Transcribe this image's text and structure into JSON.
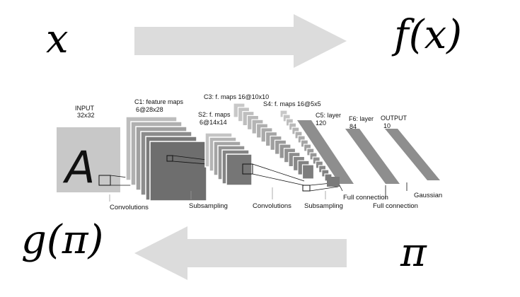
{
  "top": {
    "left_symbol": "x",
    "right_symbol": "f(x)"
  },
  "bottom": {
    "left_symbol": "g(π)",
    "right_symbol": "π"
  },
  "arrow_color": "#dcdcdc",
  "network": {
    "input_label": "INPUT",
    "input_size": "32x32",
    "c1_label": "C1: feature maps",
    "c1_size": "6@28x28",
    "s2_label": "S2: f. maps",
    "s2_size": "6@14x14",
    "c3_label": "C3: f. maps 16@10x10",
    "s4_label": "S4: f. maps 16@5x5",
    "c5_label": "C5: layer",
    "c5_size": "120",
    "f6_label": "F6: layer",
    "f6_size": "84",
    "output_label": "OUTPUT",
    "output_size": "10",
    "op_convolutions_1": "Convolutions",
    "op_subsampling_1": "Subsampling",
    "op_convolutions_2": "Convolutions",
    "op_subsampling_2": "Subsampling",
    "op_full_connection_1": "Full connection",
    "op_full_connection_2": "Full connection",
    "op_gaussian": "Gaussian",
    "input_glyph": "A"
  }
}
